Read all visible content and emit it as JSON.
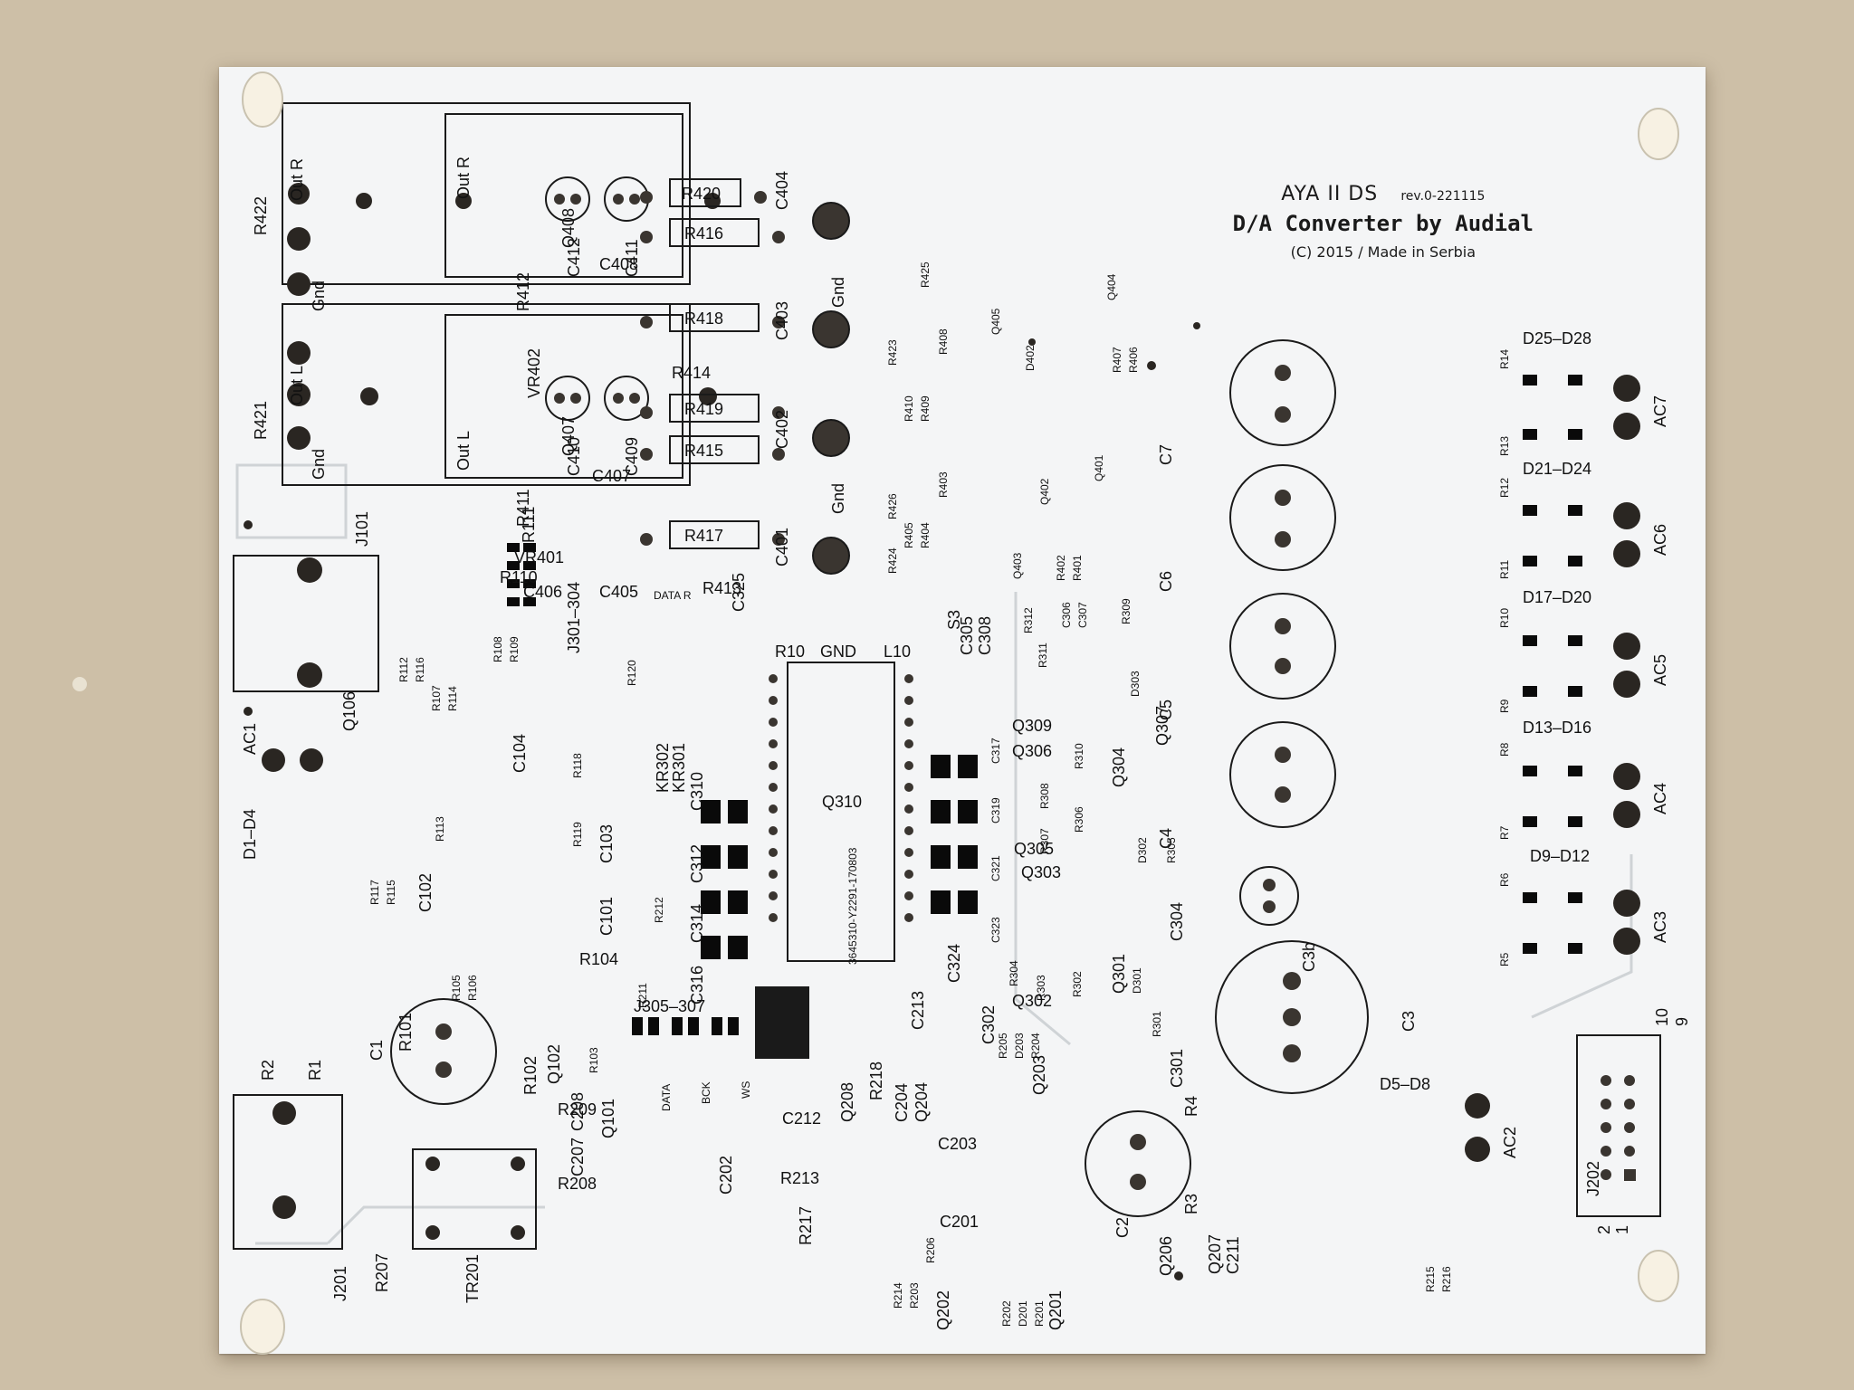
{
  "board": {
    "title": "AYA II DS",
    "revision": "rev.0-221115",
    "subtitle": "D/A Converter by Audial",
    "copyright": "(C) 2015 / Made in Serbia"
  },
  "labels": {
    "out_r": "Out R",
    "out_r_inner": "Out R",
    "out_l": "Out L",
    "out_l_inner": "Out L",
    "gnd": "Gnd",
    "gnd2": "Gnd",
    "r422": "R422",
    "r421": "R421",
    "c412": "C412",
    "c411": "C411",
    "c410": "C410",
    "c409": "C409",
    "r420": "R420",
    "r416": "R416",
    "r418": "R418",
    "r414": "R414",
    "r419": "R419",
    "r415": "R415",
    "r417": "R417",
    "r413": "R413",
    "c404": "C404",
    "c403": "C403",
    "c402": "C402",
    "c401": "C401",
    "c408": "C408",
    "c407": "C407",
    "c406": "C406",
    "c405": "C405",
    "q408": "Q408",
    "q407": "Q407",
    "r412": "R412",
    "r411": "R411",
    "vr402": "VR402",
    "vr401": "VR401",
    "gnd_a": "Gnd",
    "gnd_b": "Gnd",
    "q405": "Q405",
    "q404": "Q404",
    "q402": "Q402",
    "q401": "Q401",
    "q403": "Q403",
    "r407": "R407",
    "r406": "R406",
    "c7": "C7",
    "c6": "C6",
    "c5": "C5",
    "c4": "C4",
    "c3b": "C3b",
    "c3": "C3",
    "c2": "C2",
    "c1": "C1",
    "r14": "R14",
    "r13": "R13",
    "r12": "R12",
    "r11": "R11",
    "r10": "R10",
    "r9": "R9",
    "r8": "R8",
    "r7": "R7",
    "r6": "R6",
    "r5": "R5",
    "r4": "R4",
    "r3": "R3",
    "r2": "R2",
    "r1": "R1",
    "d25_d28": "D25–D28",
    "d21_d24": "D21–D24",
    "d17_d20": "D17–D20",
    "d13_d16": "D13–D16",
    "d9_d12": "D9–D12",
    "d5_d8": "D5–D8",
    "d1_d4": "D1–D4",
    "ac7": "AC7",
    "ac6": "AC6",
    "ac5": "AC5",
    "ac4": "AC4",
    "ac3": "AC3",
    "ac2": "AC2",
    "ac1": "AC1",
    "j101": "J101",
    "j201": "J201",
    "j202": "J202",
    "j301_304": "J301–304",
    "j305_307": "J305–307",
    "tr201": "TR201",
    "q310": "Q310",
    "chip_code": "3645310-Y2291-170803",
    "q309": "Q309",
    "q306": "Q306",
    "q305": "Q305",
    "q303": "Q303",
    "q302": "Q302",
    "q307": "Q307",
    "q304": "Q304",
    "q301": "Q301",
    "q206": "Q206",
    "q207": "Q207",
    "q208": "Q208",
    "q204": "Q204",
    "q203": "Q203",
    "q202": "Q202",
    "q201": "Q201",
    "q106": "Q106",
    "q102": "Q102",
    "q101": "Q101",
    "c325": "C325",
    "c305": "C305",
    "c308": "C308",
    "c324": "C324",
    "c302": "C302",
    "c301": "C301",
    "c304": "C304",
    "c213": "C213",
    "c212": "C212",
    "c211": "C211",
    "c208": "C208",
    "c207": "C207",
    "c204": "C204",
    "c203": "C203",
    "c202": "C202",
    "c201": "C201",
    "c104": "C104",
    "c103": "C103",
    "c102": "C102",
    "c101": "C101",
    "c310": "C310",
    "c312": "C312",
    "c314": "C314",
    "c316": "C316",
    "r110": "R110",
    "r111": "R111",
    "r112": "R112",
    "r116": "R116",
    "r107": "R107",
    "r114": "R114",
    "r108": "R108",
    "r109": "R109",
    "r118": "R118",
    "r119": "R119",
    "r120": "R120",
    "r113": "R113",
    "r117": "R117",
    "r115": "R115",
    "r105": "R105",
    "r106": "R106",
    "r104": "R104",
    "r103": "R103",
    "r102": "R102",
    "r101": "R101",
    "r209": "R209",
    "r208": "R208",
    "r207": "R207",
    "r211": "R211",
    "r212": "R212",
    "r213": "R213",
    "r214": "R214",
    "r203": "R203",
    "r206": "R206",
    "r205": "R205",
    "r204": "R204",
    "r202": "R202",
    "r201": "R201",
    "r217": "R217",
    "r218": "R218",
    "r215": "R215",
    "r216": "R216",
    "r304": "R304",
    "r303": "R303",
    "r302": "R302",
    "r301": "R301",
    "r305": "R305",
    "r306": "R306",
    "r307": "R307",
    "r308": "R308",
    "r309": "R309",
    "r310": "R310",
    "r311": "R311",
    "r312": "R312",
    "r401": "R401",
    "r402": "R402",
    "kr301": "KR301",
    "kr302": "KR302",
    "s3": "S3",
    "r10_out": "R10",
    "gnd_out": "GND",
    "l10": "L10",
    "data": "DATA",
    "bck": "BCK",
    "ws": "WS",
    "data_r": "DATA R",
    "pin10": "10",
    "pin9": "9",
    "pin2": "2",
    "pin1": "1",
    "r423": "R423",
    "r425": "R425",
    "r424": "R424",
    "r410": "R410",
    "r409": "R409",
    "r408": "R408",
    "r403": "R403",
    "r404": "R404",
    "r405": "R405",
    "r426": "R426",
    "d402": "D402",
    "d303": "D303",
    "d302": "D302",
    "d301": "D301",
    "d203": "D203",
    "d201": "D201",
    "c307": "C307",
    "c306": "C306",
    "c317": "C317",
    "c319": "C319",
    "c321": "C321",
    "c323": "C323"
  }
}
